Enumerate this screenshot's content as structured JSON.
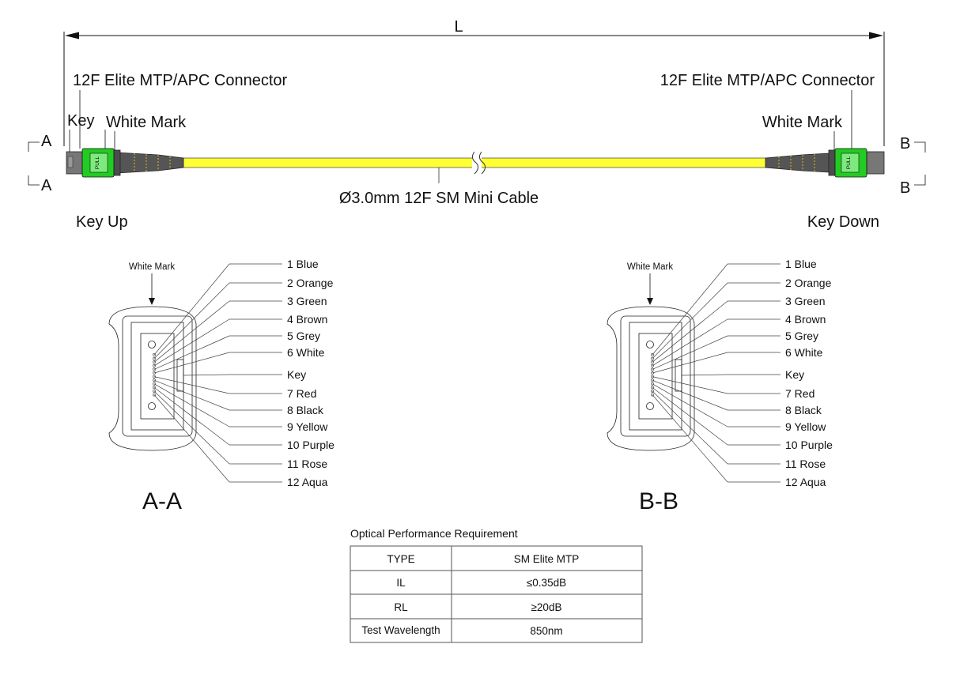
{
  "dimension": {
    "length_label": "L"
  },
  "left_end": {
    "connector_label": "12F Elite MTP/APC Connector",
    "key_label": "Key",
    "white_mark_label": "White Mark",
    "section_marker": "A",
    "orientation_label": "Key Up",
    "latch_text": "PULL"
  },
  "right_end": {
    "connector_label": "12F Elite MTP/APC Connector",
    "white_mark_label": "White Mark",
    "section_marker": "B",
    "orientation_label": "Key  Down",
    "latch_text": "PULL"
  },
  "cable": {
    "label": "Ø3.0mm 12F SM Mini Cable",
    "color": "#FFFF33",
    "connector_body_color": "#4d4d4d",
    "latch_color": "#22cc22"
  },
  "section_views": [
    {
      "title": "A-A",
      "white_mark_label": "White Mark"
    },
    {
      "title": "B-B",
      "white_mark_label": "White Mark"
    }
  ],
  "fiber_labels": [
    "1 Blue",
    "2 Orange",
    "3 Green",
    "4 Brown",
    "5 Grey",
    "6 White",
    "Key",
    "7 Red",
    "8 Black",
    "9 Yellow",
    "10 Purple",
    "11 Rose",
    "12 Aqua"
  ],
  "performance": {
    "title": "Optical Performance Requirement",
    "rows": [
      {
        "param": "TYPE",
        "value": "SM Elite MTP"
      },
      {
        "param": "IL",
        "value": "≤0.35dB"
      },
      {
        "param": "RL",
        "value": "≥20dB"
      },
      {
        "param": "Test Wavelength",
        "value": "850nm"
      }
    ]
  }
}
